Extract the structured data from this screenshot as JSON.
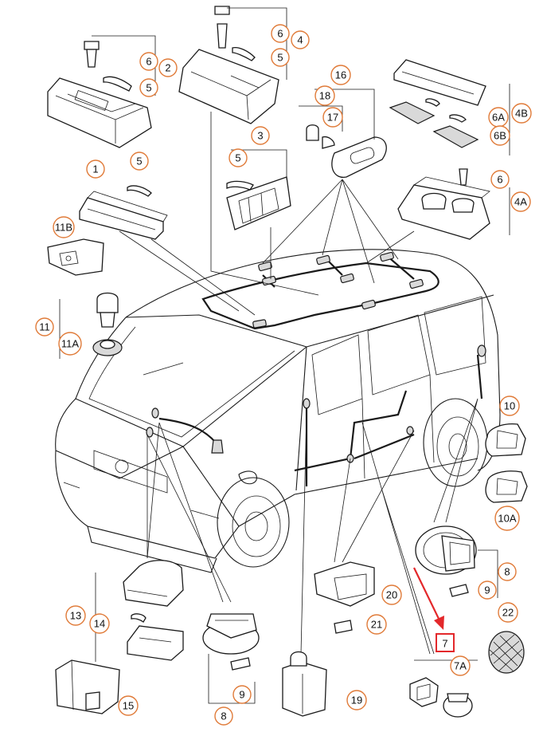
{
  "colors": {
    "callout_ring": "#e07b39",
    "highlight_box": "#e3282b",
    "arrow": "#e3282b",
    "line_art": "#1a1a1a"
  },
  "callouts": [
    {
      "id": "c6-a",
      "label": "6"
    },
    {
      "id": "c5-a",
      "label": "5"
    },
    {
      "id": "c2",
      "label": "2"
    },
    {
      "id": "c6-b",
      "label": "6"
    },
    {
      "id": "c5-b",
      "label": "5"
    },
    {
      "id": "c4",
      "label": "4"
    },
    {
      "id": "c16",
      "label": "16"
    },
    {
      "id": "c18",
      "label": "18"
    },
    {
      "id": "c17",
      "label": "17"
    },
    {
      "id": "c3",
      "label": "3"
    },
    {
      "id": "c5-c",
      "label": "5"
    },
    {
      "id": "c1",
      "label": "1"
    },
    {
      "id": "c5-d",
      "label": "5"
    },
    {
      "id": "c11b",
      "label": "11B"
    },
    {
      "id": "c6a",
      "label": "6A"
    },
    {
      "id": "c4b",
      "label": "4B"
    },
    {
      "id": "c6b",
      "label": "6B"
    },
    {
      "id": "c6-c",
      "label": "6"
    },
    {
      "id": "c4a",
      "label": "4A"
    },
    {
      "id": "c11",
      "label": "11"
    },
    {
      "id": "c11a",
      "label": "11A"
    },
    {
      "id": "c10",
      "label": "10"
    },
    {
      "id": "c10a",
      "label": "10A"
    },
    {
      "id": "c8-a",
      "label": "8"
    },
    {
      "id": "c9-a",
      "label": "9"
    },
    {
      "id": "c20",
      "label": "20"
    },
    {
      "id": "c21",
      "label": "21"
    },
    {
      "id": "c22",
      "label": "22"
    },
    {
      "id": "c13",
      "label": "13"
    },
    {
      "id": "c14",
      "label": "14"
    },
    {
      "id": "c15",
      "label": "15"
    },
    {
      "id": "c9-b",
      "label": "9"
    },
    {
      "id": "c8-b",
      "label": "8"
    },
    {
      "id": "c19",
      "label": "19"
    },
    {
      "id": "c7a",
      "label": "7A"
    }
  ],
  "highlight": {
    "label": "7"
  }
}
